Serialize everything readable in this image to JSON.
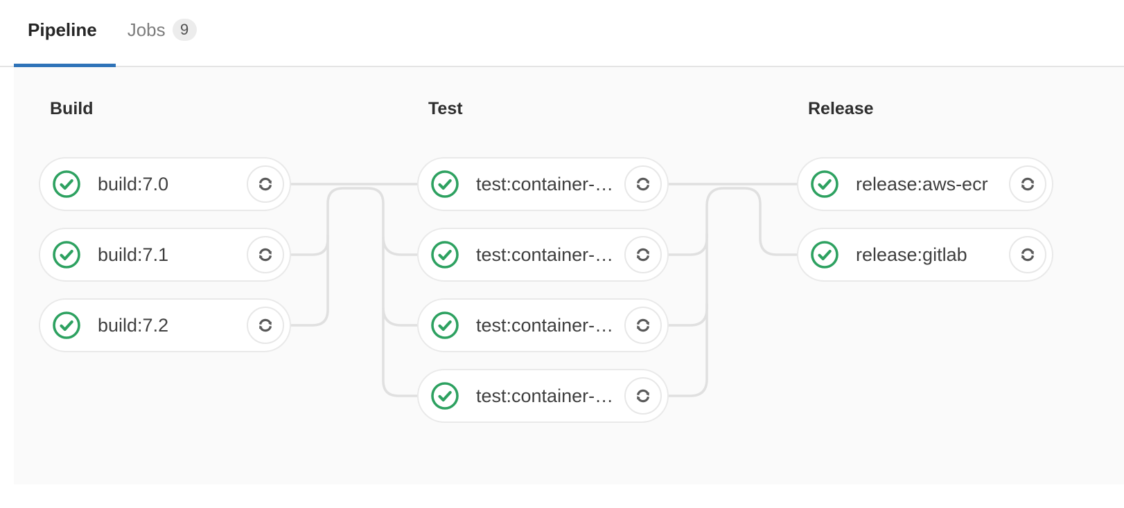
{
  "tabs": {
    "pipeline": {
      "label": "Pipeline",
      "active": true
    },
    "jobs": {
      "label": "Jobs",
      "count": "9"
    }
  },
  "stages": [
    {
      "name": "Build",
      "jobs": [
        {
          "label": "build:7.0",
          "status": "success"
        },
        {
          "label": "build:7.1",
          "status": "success"
        },
        {
          "label": "build:7.2",
          "status": "success"
        }
      ]
    },
    {
      "name": "Test",
      "jobs": [
        {
          "label": "test:container-…",
          "status": "success"
        },
        {
          "label": "test:container-…",
          "status": "success"
        },
        {
          "label": "test:container-…",
          "status": "success"
        },
        {
          "label": "test:container-…",
          "status": "success"
        }
      ]
    },
    {
      "name": "Release",
      "jobs": [
        {
          "label": "release:aws-ecr",
          "status": "success"
        },
        {
          "label": "release:gitlab",
          "status": "success"
        }
      ]
    }
  ],
  "icons": {
    "status_success": "status-success-icon",
    "retry": "retry-icon"
  },
  "colors": {
    "success_green": "#2da160",
    "tab_indicator": "#2f73b8",
    "connector": "#e0e0e0",
    "panel_bg": "#fafafa",
    "badge_bg": "#ececec"
  }
}
